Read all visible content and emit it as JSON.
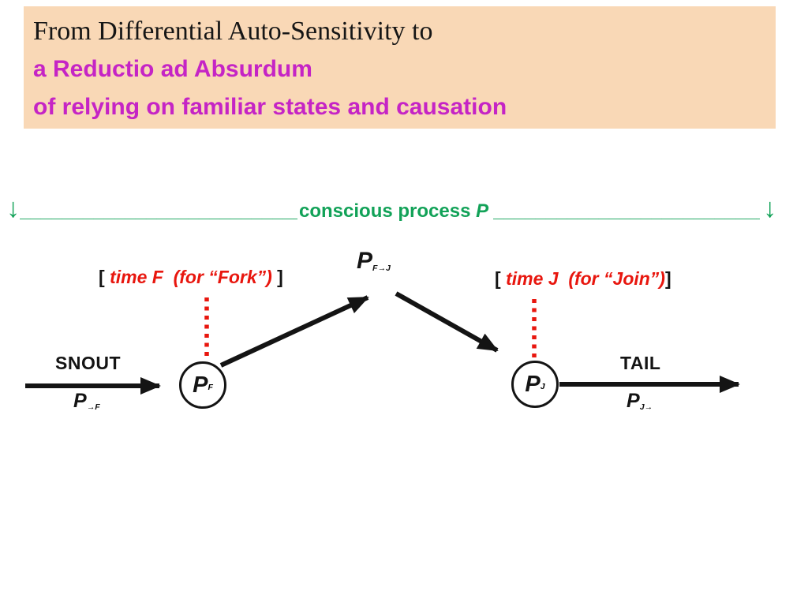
{
  "title": {
    "line1": "From Differential Auto-Sensitivity to",
    "line2": "a Reductio ad Absurdum",
    "line3": "of relying on familiar states and causation"
  },
  "process_band": {
    "left_arrow": "↓",
    "right_arrow": "↓",
    "left_line": "____________________________",
    "label": "conscious process ",
    "label_var": "P",
    "right_line": "___________________________"
  },
  "fork_label": {
    "open": "[ ",
    "text": "time F  (for “Fork”)",
    "close": " ]"
  },
  "join_label": {
    "open": "[ ",
    "text": "time J  (for “Join”)",
    "close": "]"
  },
  "peak_node": {
    "p": "P",
    "sub": "F→J"
  },
  "snout": {
    "label": "SNOUT",
    "p": "P",
    "sub": "→F"
  },
  "tail": {
    "label": "TAIL",
    "p": "P",
    "sub": "J→"
  },
  "node_fork": {
    "p": "P",
    "sub": "F"
  },
  "node_join": {
    "p": "P",
    "sub": "J"
  },
  "colors": {
    "title_background": "#f9d8b6",
    "magenta_text": "#c524c5",
    "green_accent": "#12a258",
    "red_accent": "#e8160e",
    "line_black": "#141414"
  }
}
